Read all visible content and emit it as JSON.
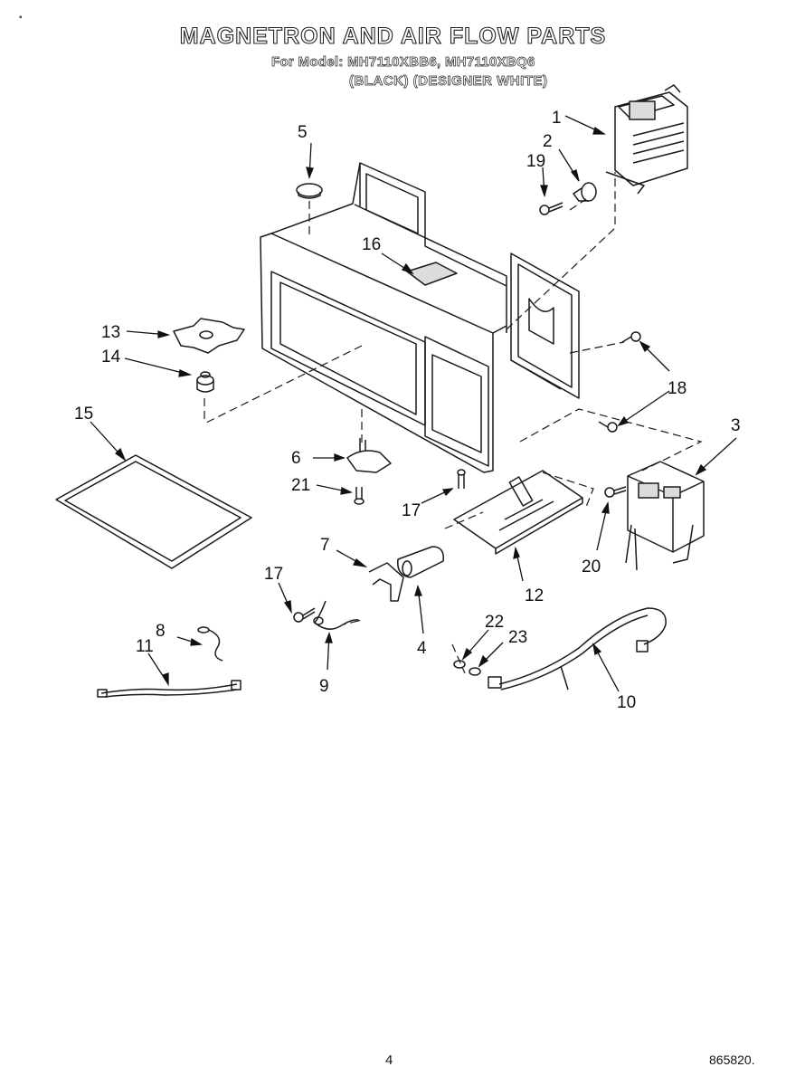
{
  "header": {
    "title": "MAGNETRON AND AIR FLOW PARTS",
    "model_line": "For Model: MH7110XBB6, MH7110XBQ6",
    "finish_line": "(BLACK)  (DESIGNER WHITE)"
  },
  "diagram": {
    "callouts": [
      "1",
      "2",
      "3",
      "4",
      "5",
      "6",
      "7",
      "8",
      "9",
      "10",
      "11",
      "12",
      "13",
      "14",
      "15",
      "16",
      "17",
      "17",
      "18",
      "19",
      "20",
      "21",
      "22",
      "23"
    ]
  },
  "footer": {
    "page_number": "4",
    "document_number": "865820."
  }
}
